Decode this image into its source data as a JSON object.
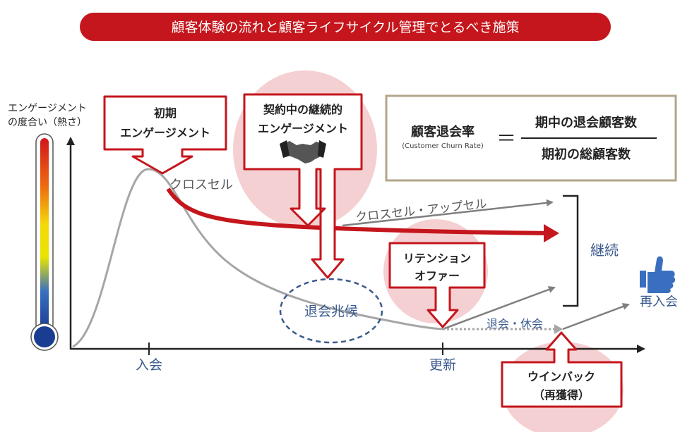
{
  "title": "顧客体験の流れと顧客ライフサイクル管理でとるべき施策",
  "thermometer": {
    "label_line1": "エンゲージメント",
    "label_line2": "の度合い（熱さ）"
  },
  "boxes": {
    "initial": {
      "line1": "初期",
      "line2": "エンゲージメント"
    },
    "contract": {
      "line1": "契約中の継続的",
      "line2": "エンゲージメント"
    },
    "retention": {
      "line1": "リテンション",
      "line2": "オファー"
    },
    "winback": {
      "line1": "ウインバック",
      "line2": "（再獲得）"
    }
  },
  "formula": {
    "lhs": "顧客退会率",
    "lhs_sub": "(Customer Churn Rate)",
    "equals": "＝",
    "numerator": "期中の退会顧客数",
    "denominator": "期初の総顧客数"
  },
  "labels": {
    "cross_sell": "クロスセル",
    "cross_up": "クロスセル・アップセル",
    "churn_signs": "退会兆候",
    "continue": "継続",
    "leave_pause": "退会・休会",
    "rejoin": "再入会",
    "x_join": "入会",
    "x_renew": "更新"
  },
  "colors": {
    "red": "#c4161c",
    "pink": "#f5d0d2",
    "blue_text": "#3a5a8c",
    "gray_curve": "#a6a6a6",
    "formula_border": "#b3a58a"
  }
}
